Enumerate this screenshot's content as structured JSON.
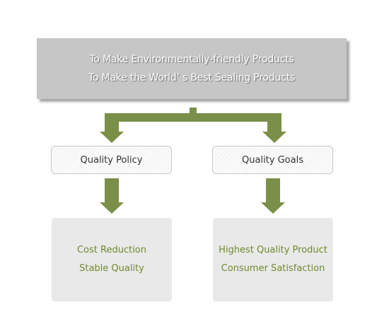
{
  "mission": {
    "lines": [
      "To Make Environmentally-friendly Products",
      "To Make the World’ s Best Sealing Products"
    ]
  },
  "branches": [
    {
      "label": "Quality Policy",
      "items": [
        "Cost Reduction",
        "Stable Quality"
      ]
    },
    {
      "label": "Quality Goals",
      "items": [
        "Highest Quality Product",
        "Consumer Satisfaction"
      ]
    }
  ],
  "colors": {
    "arrow": "#7a8f48",
    "item_text": "#6d8a2d",
    "mission_box": "#c6c6c6"
  }
}
